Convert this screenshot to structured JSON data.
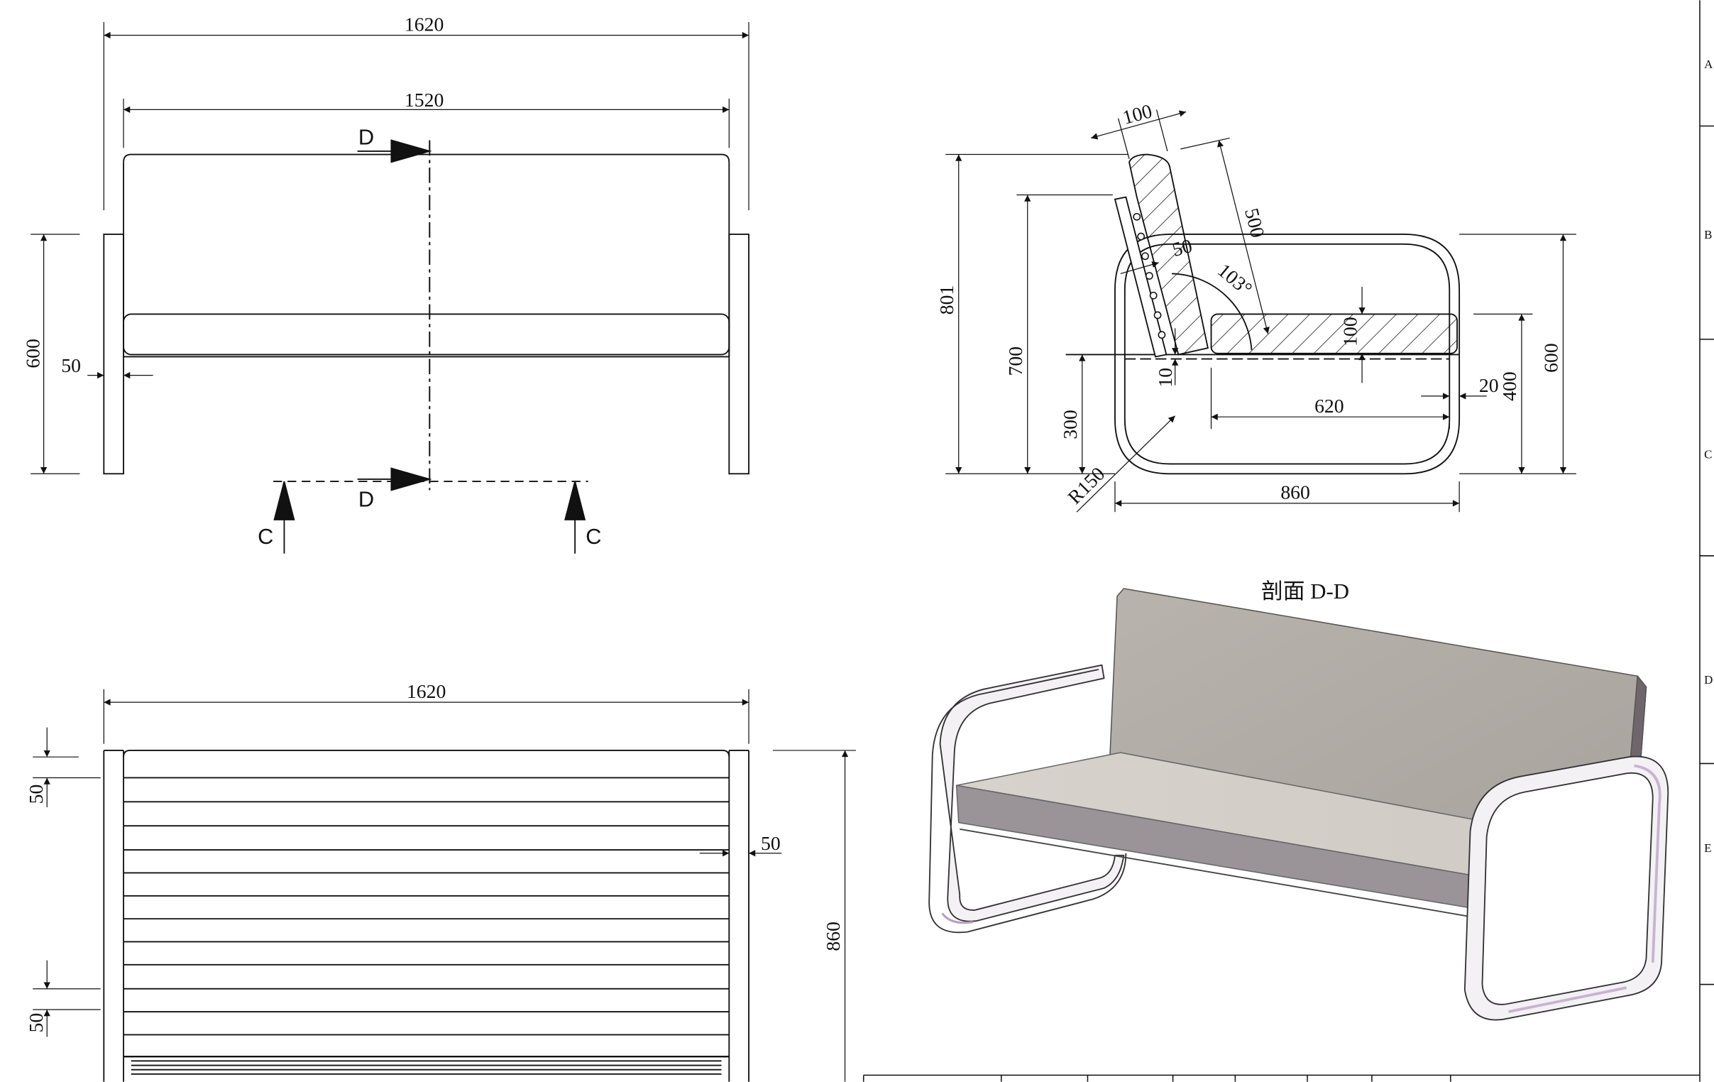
{
  "front_view": {
    "overall_width": "1620",
    "inner_width": "1520",
    "height": "600",
    "leg_width": "50",
    "section_d_top": "D",
    "section_d_bottom": "D",
    "section_c_left": "C",
    "section_c_right": "C"
  },
  "top_view": {
    "overall_width": "1620",
    "frame_top": "50",
    "frame_bottom": "50",
    "arm_width": "50",
    "depth": "860"
  },
  "section_dd": {
    "title": "剖面 D-D",
    "back_thickness": "100",
    "back_length": "500",
    "back_angle": "103°",
    "slat_gap": "50",
    "overall_height": "801",
    "back_height": "700",
    "seat_height": "300",
    "gap": "10",
    "seat_thickness": "100",
    "seat_length": "620",
    "arm_offset": "20",
    "seat_top": "400",
    "arm_height": "600",
    "corner_radius": "R150",
    "depth": "860"
  },
  "border": {
    "zones": [
      "A",
      "B",
      "C",
      "D",
      "E"
    ]
  },
  "colors": {
    "line": "#111111",
    "cushion_light": "#c9c5c0",
    "cushion_dark": "#8a8287",
    "frame_tint": "#c8b4cf"
  }
}
